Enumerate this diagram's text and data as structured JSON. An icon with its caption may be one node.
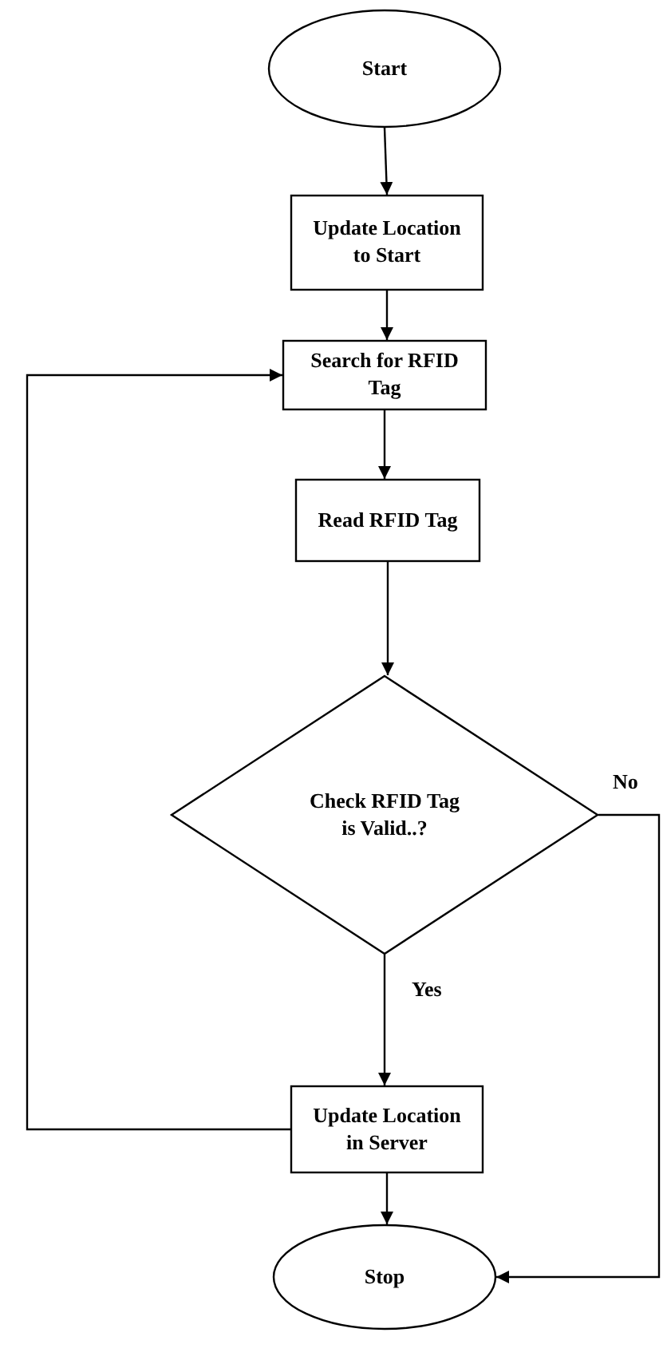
{
  "diagram": {
    "nodes": [
      {
        "text": [
          "Start"
        ]
      },
      {
        "text": [
          "Update Location to Start"
        ]
      },
      {
        "text": [
          "Search for RFID Tag"
        ]
      },
      {
        "text": [
          "Read RFID Tag"
        ]
      },
      {
        "text": [
          "Check RFID Tag is Valid..?"
        ]
      },
      {
        "text": [
          "Update Location in Server"
        ]
      },
      {
        "text": [
          "Stop"
        ]
      }
    ],
    "edges": [
      {
        "from": 0,
        "to": 1,
        "arrow": "to"
      },
      {
        "from": 1,
        "to": 2,
        "arrow": "to"
      },
      {
        "from": 2,
        "to": 3,
        "arrow": "to"
      },
      {
        "from": 3,
        "to": 4,
        "arrow": "to"
      },
      {
        "from": 4,
        "to": 5,
        "arrow": "to",
        "label": "Yes"
      },
      {
        "from": 5,
        "to": 6,
        "arrow": "to"
      },
      {
        "from": 5,
        "to": 2,
        "arrow": "to"
      },
      {
        "from": 4,
        "to": 6,
        "arrow": "to",
        "label": "No"
      }
    ]
  }
}
